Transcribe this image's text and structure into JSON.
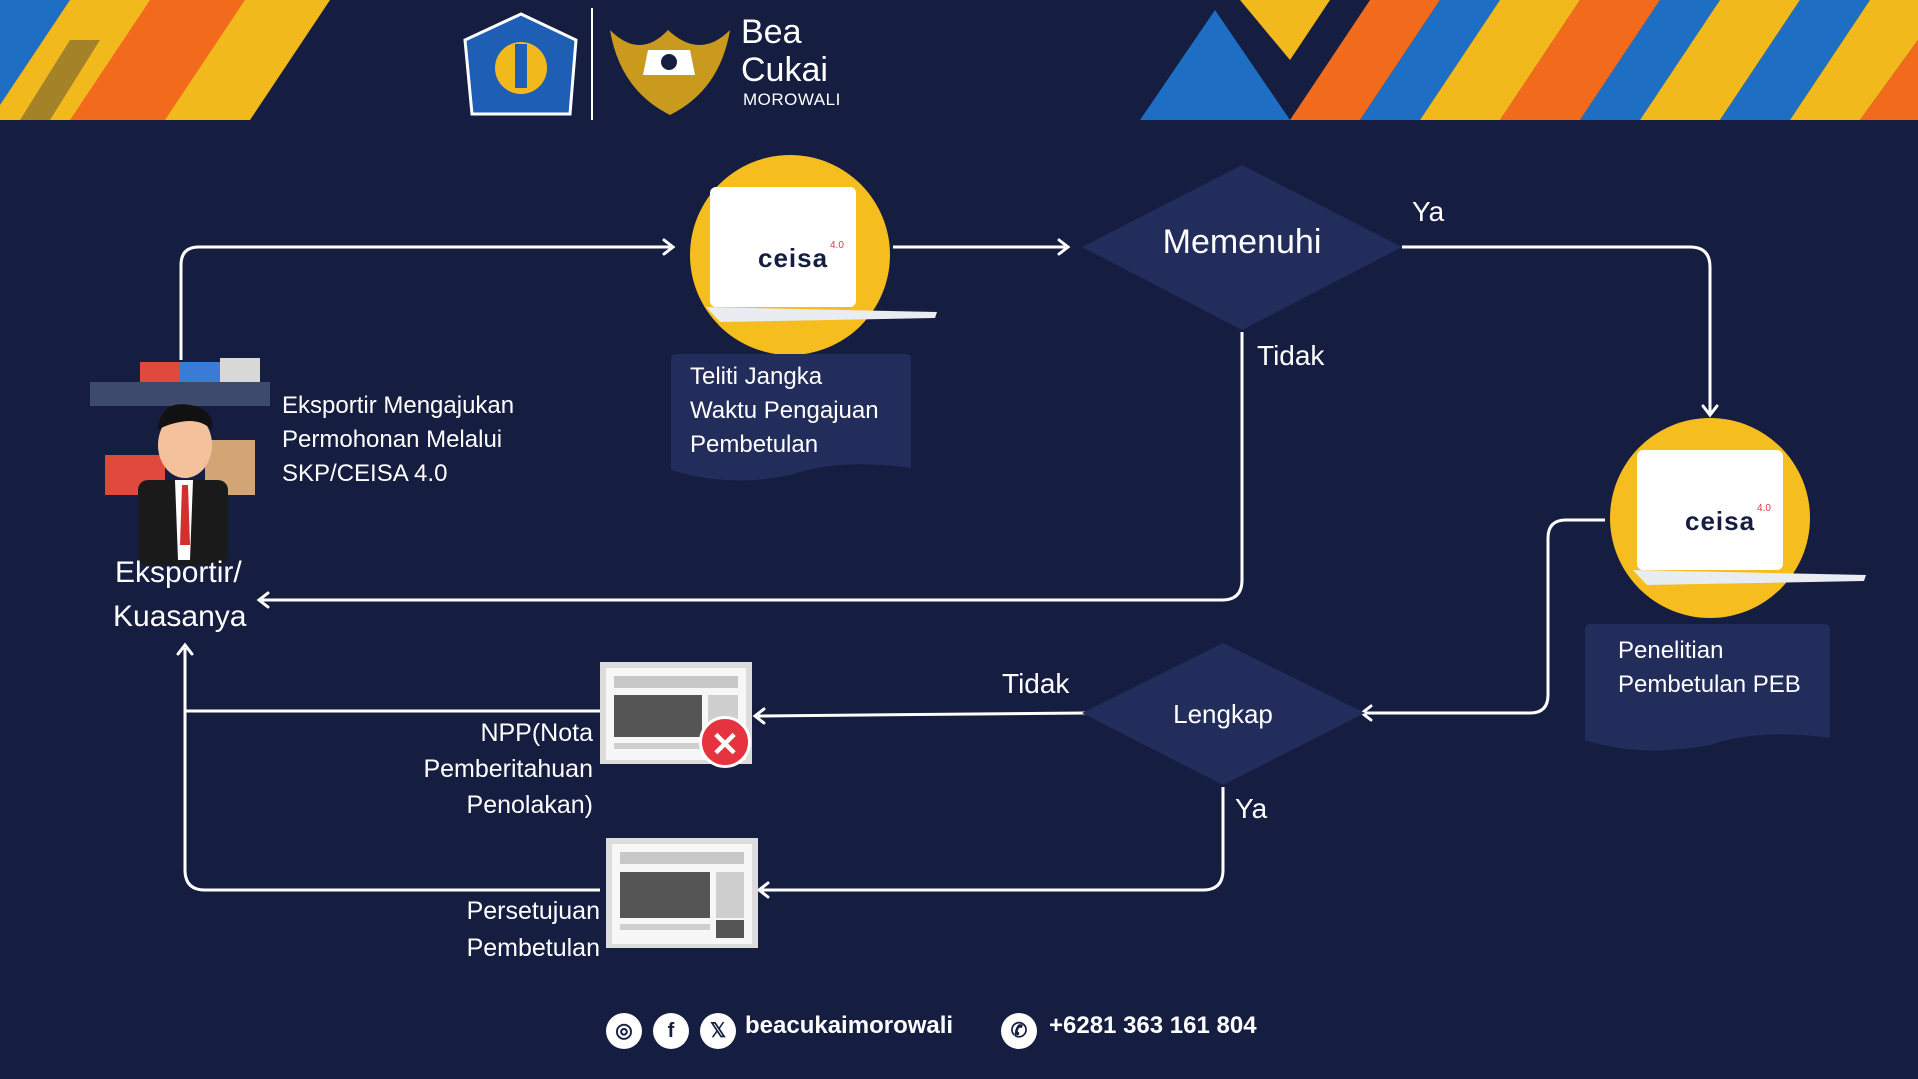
{
  "header": {
    "brand_line1": "Bea",
    "brand_line2": "Cukai",
    "brand_location": "MOROWALI"
  },
  "diagram": {
    "exporter_description": [
      "Eksportir Mengajukan",
      "Permohonan Melalui",
      "SKP/CEISA 4.0"
    ],
    "exporter_label": [
      "Eksportir/",
      "Kuasanya"
    ],
    "ceisa_logo_text": "ceisa",
    "ceisa_version": "4.0",
    "check_period_label": [
      "Teliti Jangka",
      "Waktu Pengajuan",
      "Pembetulan"
    ],
    "decision_1": "Memenuhi",
    "decision_1_yes": "Ya",
    "decision_1_no": "Tidak",
    "review_label": [
      "Penelitian",
      "Pembetulan PEB"
    ],
    "decision_2": "Lengkap",
    "decision_2_no": "Tidak",
    "decision_2_yes": "Ya",
    "rejection_label": [
      "NPP(Nota",
      "Pemberitahuan",
      "Penolakan)"
    ],
    "approval_label": [
      "Persetujuan",
      "Pembetulan"
    ]
  },
  "footer": {
    "social_handle": "beacukaimorowali",
    "phone": "+6281 363 161 804"
  },
  "colors": {
    "background": "#151d40",
    "node_fill": "#222d5c",
    "yellow": "#f2b91d",
    "orange": "#f26a1b",
    "blue": "#1e6fc4",
    "reject_red": "#e53340"
  }
}
